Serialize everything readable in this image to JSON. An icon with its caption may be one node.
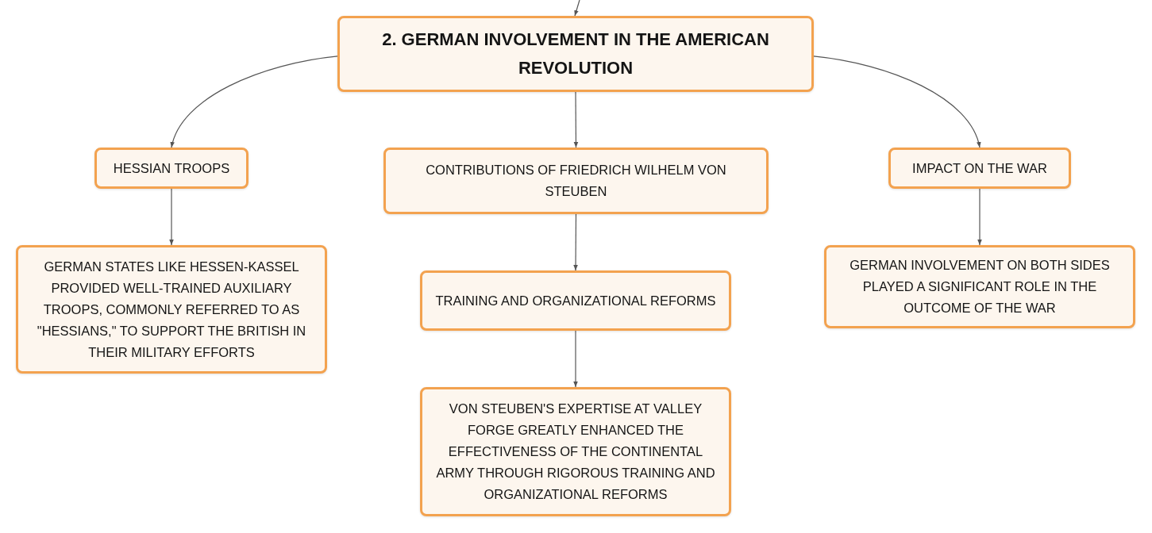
{
  "diagram": {
    "nodes": [
      {
        "text": [
          "2. GERMAN INVOLVEMENT IN THE AMERICAN REVOLUTION"
        ]
      },
      {
        "text": [
          "HESSIAN TROOPS"
        ]
      },
      {
        "text": [
          "GERMAN STATES LIKE HESSEN-KASSEL PROVIDED WELL-TRAINED AUXILIARY TROOPS, COMMONLY REFERRED TO AS \"HESSIANS,\" TO SUPPORT THE BRITISH IN THEIR MILITARY EFFORTS"
        ]
      },
      {
        "text": [
          "CONTRIBUTIONS OF FRIEDRICH WILHELM VON STEUBEN"
        ]
      },
      {
        "text": [
          "TRAINING AND ORGANIZATIONAL REFORMS"
        ]
      },
      {
        "text": [
          "VON STEUBEN'S EXPERTISE AT VALLEY FORGE GREATLY ENHANCED THE EFFECTIVENESS OF THE CONTINENTAL ARMY THROUGH RIGOROUS TRAINING AND ORGANIZATIONAL REFORMS"
        ]
      },
      {
        "text": [
          "IMPACT ON THE WAR"
        ]
      },
      {
        "text": [
          "GERMAN INVOLVEMENT ON BOTH SIDES PLAYED A SIGNIFICANT ROLE IN THE OUTCOME OF THE WAR"
        ]
      }
    ],
    "edges": [
      {
        "from": null,
        "to": 0,
        "arrow": "to"
      },
      {
        "from": 0,
        "to": 1,
        "arrow": "to"
      },
      {
        "from": 1,
        "to": 2,
        "arrow": "to"
      },
      {
        "from": 0,
        "to": 3,
        "arrow": "to"
      },
      {
        "from": 3,
        "to": 4,
        "arrow": "to"
      },
      {
        "from": 4,
        "to": 5,
        "arrow": "to"
      },
      {
        "from": 0,
        "to": 6,
        "arrow": "to"
      },
      {
        "from": 6,
        "to": 7,
        "arrow": "to"
      }
    ]
  }
}
